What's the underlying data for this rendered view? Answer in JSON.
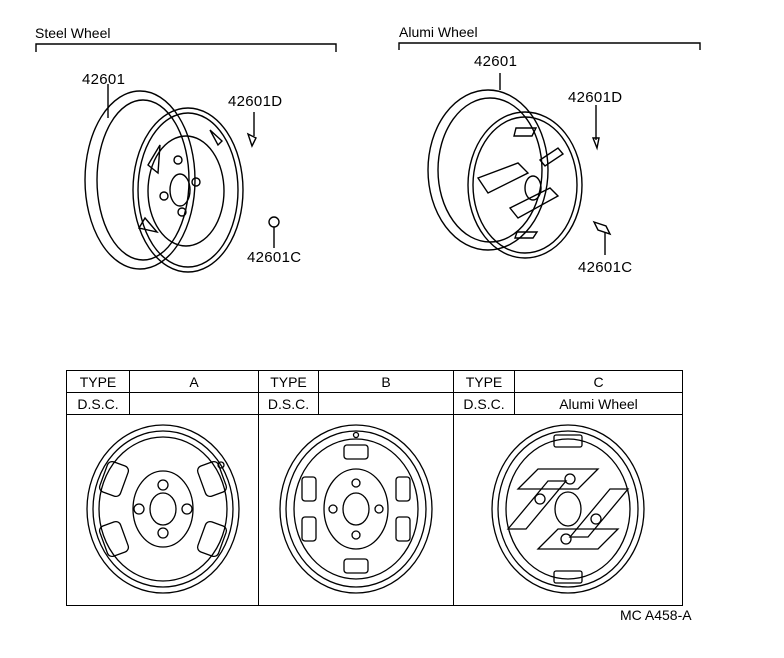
{
  "sections": {
    "steel": {
      "title": "Steel Wheel"
    },
    "alumi": {
      "title": "Alumi Wheel"
    }
  },
  "callouts": {
    "steel": {
      "wheel": "42601",
      "weight": "42601D",
      "nut": "42601C"
    },
    "alumi": {
      "wheel": "42601",
      "weight": "42601D",
      "nut": "42601C"
    }
  },
  "table": {
    "type_label": "TYPE",
    "dsc_label": "D.S.C.",
    "columns": [
      {
        "type": "A",
        "dsc": ""
      },
      {
        "type": "B",
        "dsc": ""
      },
      {
        "type": "C",
        "dsc": "Alumi Wheel"
      }
    ]
  },
  "footer": {
    "code": "MC A458-A"
  }
}
